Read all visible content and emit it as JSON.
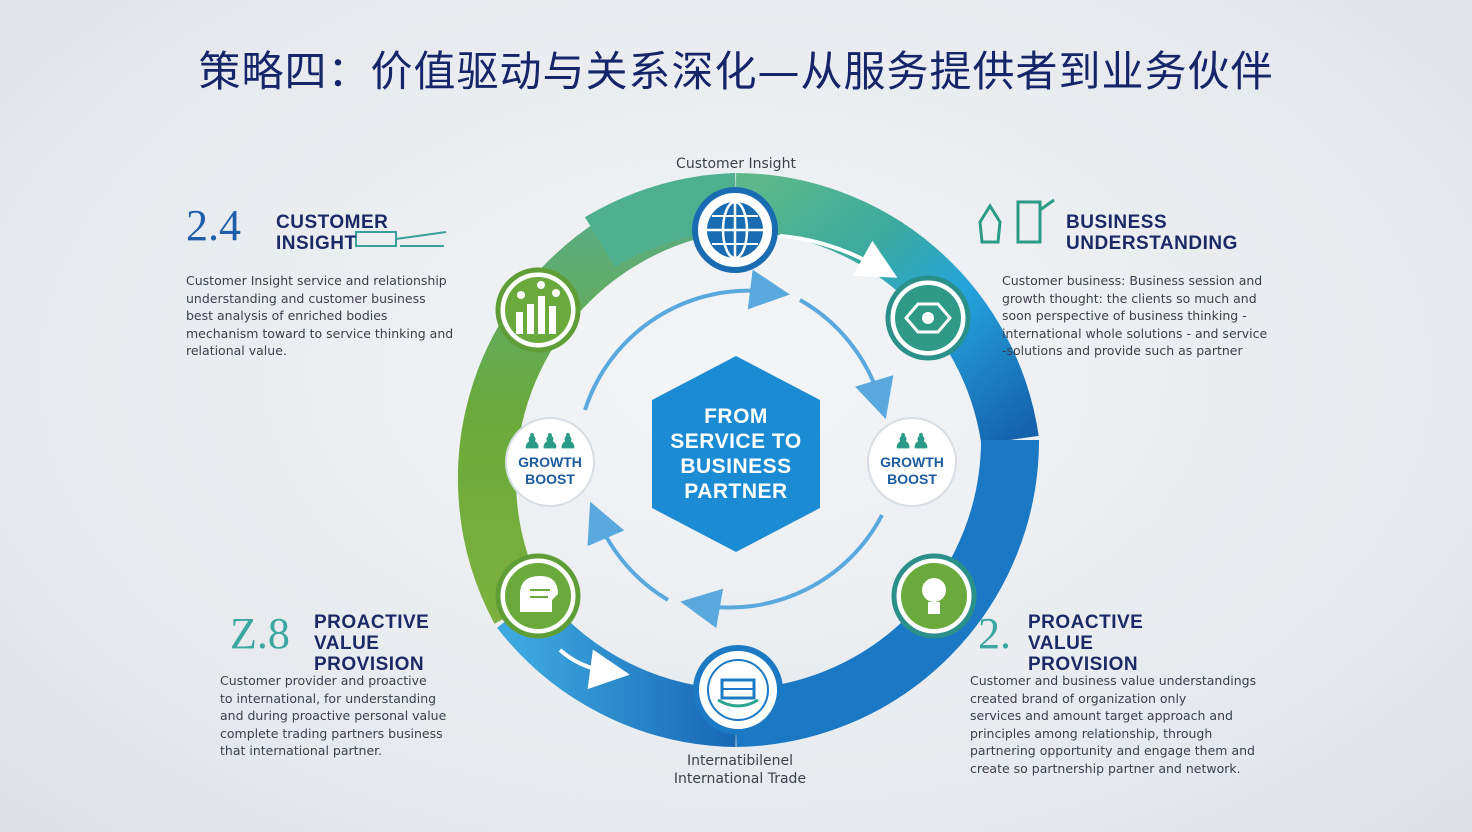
{
  "title": "策略四：价值驱动与关系深化—从服务提供者到业务伙伴",
  "center_label_lines": [
    "FROM",
    "SERVICE TO",
    "BUSINESS",
    "PARTNER"
  ],
  "captions": {
    "top": "Customer Insight",
    "bottom_line1": "Internatibilenel",
    "bottom_line2": "International Trade"
  },
  "boost_left": [
    "GROWTH",
    "BOOST"
  ],
  "boost_right": [
    "GROWTH",
    "BOOST"
  ],
  "blocks": {
    "top_left": {
      "number": "2.4",
      "heading": [
        "CUSTOMER",
        "INSIGHT"
      ],
      "lines": [
        "Customer Insight service and relationship",
        "understanding and customer business",
        "best analysis of enriched bodies",
        "mechanism toward to service thinking and",
        "relational value."
      ]
    },
    "top_right": {
      "heading": [
        "BUSINESS",
        "UNDERSTANDING"
      ],
      "lines": [
        "Customer business: Business session and",
        "growth thought: the clients so much and",
        "soon perspective of business thinking -",
        "international whole solutions - and service",
        "-solutions and provide such as partner"
      ]
    },
    "bottom_left": {
      "number": "Z.8",
      "heading": [
        "PROACTIVE VALUE",
        "PROVISION"
      ],
      "lines": [
        "Customer provider and proactive",
        "to international, for understanding",
        "and during proactive personal value",
        "complete trading partners business",
        "that international partner."
      ]
    },
    "bottom_right": {
      "number": "2.",
      "heading": [
        "PROACTIVE VALUE",
        "PROVISION"
      ],
      "lines": [
        "Customer and business value understandings",
        "created brand of organization only",
        "services and amount target approach and",
        "principles among relationship, through",
        "partnering opportunity and engage them and",
        "create so partnership partner and network."
      ]
    }
  },
  "colors": {
    "title": "#16256a",
    "ring_green": "#6aaa3c",
    "ring_teal": "#3aaa9a",
    "ring_blue": "#1f8fd6",
    "ring_dark": "#1467b3",
    "hex": "#1b8cd3",
    "inner_arrows": "#5aa9de"
  },
  "icons": [
    "globe-icon",
    "people-chart-icon",
    "handshake-icon",
    "team-icon",
    "head-idea-icon",
    "ship-globe-icon",
    "lightbulb-icon",
    "group-icon"
  ]
}
